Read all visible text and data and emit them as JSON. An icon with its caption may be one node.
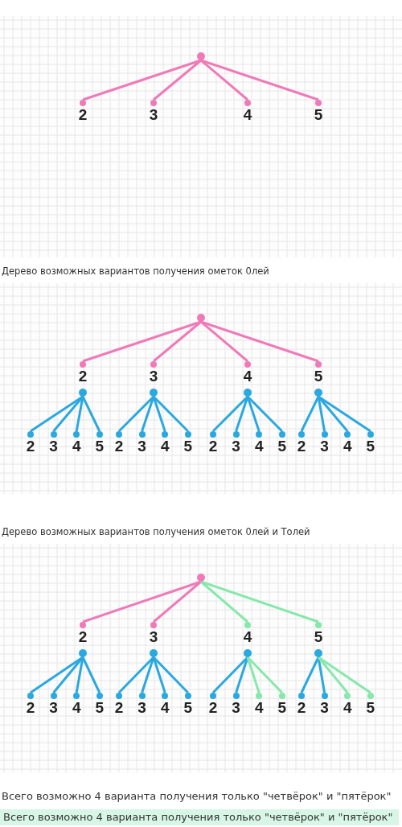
{
  "diagram": {
    "nodes": [
      {
        "text": [],
        "shape": "circle"
      },
      {
        "text": [
          "2"
        ]
      },
      {
        "text": [
          "3"
        ]
      },
      {
        "text": [
          "4"
        ]
      },
      {
        "text": [
          "5"
        ]
      },
      {
        "text": [],
        "shape": "circle"
      },
      {
        "text": [
          "2"
        ]
      },
      {
        "text": [
          "3"
        ]
      },
      {
        "text": [
          "4"
        ]
      },
      {
        "text": [
          "5"
        ]
      },
      {
        "text": [
          "2"
        ]
      },
      {
        "text": [
          "3"
        ]
      },
      {
        "text": [
          "4"
        ]
      },
      {
        "text": [
          "5"
        ]
      },
      {
        "text": [
          "2"
        ]
      },
      {
        "text": [
          "3"
        ]
      },
      {
        "text": [
          "4"
        ]
      },
      {
        "text": [
          "5"
        ]
      },
      {
        "text": [
          "2"
        ]
      },
      {
        "text": [
          "3"
        ]
      },
      {
        "text": [
          "4"
        ]
      },
      {
        "text": [
          "5"
        ]
      },
      {
        "text": [
          "2"
        ]
      },
      {
        "text": [
          "3"
        ]
      },
      {
        "text": [
          "4"
        ]
      },
      {
        "text": [
          "5"
        ]
      },
      {
        "text": [],
        "shape": "circle"
      },
      {
        "text": [
          "2"
        ]
      },
      {
        "text": [
          "3"
        ]
      },
      {
        "text": [
          "4"
        ]
      },
      {
        "text": [
          "5"
        ]
      },
      {
        "text": [
          "2"
        ]
      },
      {
        "text": [
          "3"
        ]
      },
      {
        "text": [
          "4"
        ]
      },
      {
        "text": [
          "5"
        ]
      },
      {
        "text": [
          "2"
        ]
      },
      {
        "text": [
          "3"
        ]
      },
      {
        "text": [
          "4"
        ]
      },
      {
        "text": [
          "5"
        ]
      },
      {
        "text": [
          "2"
        ]
      },
      {
        "text": [
          "3"
        ]
      },
      {
        "text": [
          "4"
        ]
      },
      {
        "text": [
          "5"
        ]
      },
      {
        "text": [
          "2"
        ]
      },
      {
        "text": [
          "3"
        ]
      },
      {
        "text": [
          "4"
        ]
      },
      {
        "text": [
          "5"
        ]
      }
    ],
    "edges": [
      {
        "from": 0,
        "to": 1,
        "arrow": "none",
        "color": "#f07ab8"
      },
      {
        "from": 0,
        "to": 2,
        "arrow": "none",
        "color": "#f07ab8"
      },
      {
        "from": 0,
        "to": 3,
        "arrow": "none",
        "color": "#f07ab8"
      },
      {
        "from": 0,
        "to": 4,
        "arrow": "none",
        "color": "#f07ab8"
      },
      {
        "from": 5,
        "to": 6,
        "arrow": "none",
        "color": "#f07ab8"
      },
      {
        "from": 5,
        "to": 7,
        "arrow": "none",
        "color": "#f07ab8"
      },
      {
        "from": 5,
        "to": 8,
        "arrow": "none",
        "color": "#f07ab8"
      },
      {
        "from": 5,
        "to": 9,
        "arrow": "none",
        "color": "#f07ab8"
      },
      {
        "from": 6,
        "to": 10,
        "arrow": "none"
      },
      {
        "from": 6,
        "to": 11,
        "arrow": "none"
      },
      {
        "from": 6,
        "to": 12,
        "arrow": "none"
      },
      {
        "from": 6,
        "to": 13,
        "arrow": "none"
      },
      {
        "from": 7,
        "to": 14,
        "arrow": "none"
      },
      {
        "from": 7,
        "to": 15,
        "arrow": "none"
      },
      {
        "from": 7,
        "to": 16,
        "arrow": "none"
      },
      {
        "from": 7,
        "to": 17,
        "arrow": "none"
      },
      {
        "from": 8,
        "to": 18,
        "arrow": "none"
      },
      {
        "from": 8,
        "to": 19,
        "arrow": "none"
      },
      {
        "from": 8,
        "to": 20,
        "arrow": "none"
      },
      {
        "from": 8,
        "to": 21,
        "arrow": "none"
      },
      {
        "from": 9,
        "to": 22,
        "arrow": "none"
      },
      {
        "from": 9,
        "to": 23,
        "arrow": "none"
      },
      {
        "from": 9,
        "to": 24,
        "arrow": "none"
      },
      {
        "from": 9,
        "to": 25,
        "arrow": "none"
      },
      {
        "from": 26,
        "to": 27,
        "arrow": "none",
        "color": "#f07ab8"
      },
      {
        "from": 26,
        "to": 28,
        "arrow": "none",
        "color": "#f07ab8"
      },
      {
        "from": 26,
        "to": 29,
        "arrow": "none",
        "color": "#86e8aa"
      },
      {
        "from": 26,
        "to": 30,
        "arrow": "none",
        "color": "#86e8aa"
      },
      {
        "from": 27,
        "to": 31,
        "arrow": "none"
      },
      {
        "from": 27,
        "to": 32,
        "arrow": "none"
      },
      {
        "from": 27,
        "to": 33,
        "arrow": "none"
      },
      {
        "from": 27,
        "to": 34,
        "arrow": "none"
      },
      {
        "from": 28,
        "to": 35,
        "arrow": "none"
      },
      {
        "from": 28,
        "to": 36,
        "arrow": "none"
      },
      {
        "from": 28,
        "to": 37,
        "arrow": "none"
      },
      {
        "from": 28,
        "to": 38,
        "arrow": "none"
      },
      {
        "from": 29,
        "to": 39,
        "arrow": "none"
      },
      {
        "from": 29,
        "to": 40,
        "arrow": "none"
      },
      {
        "from": 29,
        "to": 41,
        "arrow": "none",
        "color": "#86e8aa"
      },
      {
        "from": 29,
        "to": 42,
        "arrow": "none",
        "color": "#86e8aa"
      },
      {
        "from": 30,
        "to": 43,
        "arrow": "none"
      },
      {
        "from": 30,
        "to": 44,
        "arrow": "none"
      },
      {
        "from": 30,
        "to": 45,
        "arrow": "none",
        "color": "#86e8aa"
      },
      {
        "from": 30,
        "to": 46,
        "arrow": "none",
        "color": "#86e8aa"
      }
    ],
    "labels": [
      "Дерево возможных вариантов получения ометок 0лей",
      "Дерево возможных вариантов получения ометок 0лей и Толей",
      "Всего возможно 4 варианта получения только \"четвёрок\" и \"пятёрок\"",
      "Всего возможно 4 варианта получения только \"четвёрок\" и \"пятёрок\""
    ]
  }
}
